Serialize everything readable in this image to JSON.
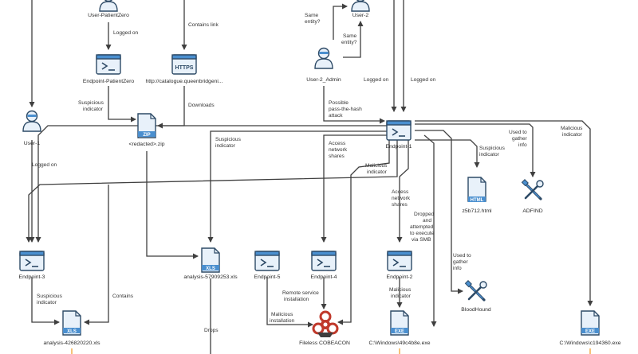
{
  "colors": {
    "edge": "#3f3f3f",
    "icon_bar": "#4a8fcf",
    "icon_body": "#e8f1fa",
    "icon_stroke": "#2d4a66",
    "accent_orange": "#f0a030",
    "danger_red": "#c0392b"
  },
  "nodes": {
    "user_patientzero": "User-PatientZero",
    "endpoint_patientzero": "Endpoint-PatientZero",
    "url": "http://catalogue.queenbridgeni...",
    "https_badge": "HTTPS",
    "user_2": "User-2",
    "user_2_admin": "User-2_Admin",
    "user_1": "User-1",
    "zip_file": "<redacted>.zip",
    "zip_badge": "ZIP",
    "endpoint_1": "Endpoint-1",
    "html_file": "z5b712.html",
    "html_badge": "HTML",
    "adfind": "ADFIND",
    "endpoint_3": "Endpoint-3",
    "xls_2": "analysis-57909253.xls",
    "xls_badge": "XLS",
    "endpoint_5": "Endpoint-5",
    "endpoint_4": "Endpoint-4",
    "endpoint_2": "Endpoint-2",
    "bloodhound": "BloodHound",
    "xls_1": "analysis-426820220.xls",
    "cobeacon": "Fileless COBEACON",
    "exe_1": "C:\\Windows\\49c4b8e.exe",
    "exe_badge": "EXE",
    "exe_2": "C:\\Windows\\c194360.exe"
  },
  "edges": {
    "logged_on_pz": "Logged on",
    "contains_link": "Contains link",
    "same_entity_a_1": "Same",
    "same_entity_a_2": "entity?",
    "same_entity_b_1": "Same",
    "same_entity_b_2": "entity?",
    "logged_on_admin": "Logged on",
    "logged_on_e1": "Logged on",
    "suspicious_zip_1": "Suspicious",
    "suspicious_zip_2": "indicator",
    "downloads": "Downloads",
    "pth_1": "Possible",
    "pth_2": "pass-the-hash",
    "pth_3": "attack",
    "logged_on_user1": "Logged on",
    "suspicious_xls2_1": "Suspicious",
    "suspicious_xls2_2": "indicator",
    "access_shares_e4_1": "Access",
    "access_shares_e4_2": "network",
    "access_shares_e4_3": "shares",
    "malicious_e1_1": "Malicious",
    "malicious_e1_2": "indicator",
    "suspicious_html_1": "Suspicious",
    "suspicious_html_2": "indicator",
    "used_gather_adfind_1": "Used to",
    "used_gather_adfind_2": "gather",
    "used_gather_adfind_3": "info",
    "malicious_exe2_1": "Malicious",
    "malicious_exe2_2": "indicator",
    "access_shares_e2_1": "Access",
    "access_shares_e2_2": "network",
    "access_shares_e2_3": "shares",
    "dropped_1": "Dropped",
    "dropped_2": "and",
    "dropped_3": "attempted",
    "dropped_4": "to execute",
    "dropped_5": "via SMB",
    "used_gather_bh_1": "Used to",
    "used_gather_bh_2": "gather",
    "used_gather_bh_3": "info",
    "remote_service_1": "Remote service",
    "remote_service_2": "installation",
    "malicious_install_1": "Malicious",
    "malicious_install_2": "installation",
    "malicious_exe1_1": "Malicious",
    "malicious_exe1_2": "indicator",
    "suspicious_xls1_1": "Suspicious",
    "suspicious_xls1_2": "indicator",
    "contains": "Contains",
    "drops": "Drops"
  }
}
